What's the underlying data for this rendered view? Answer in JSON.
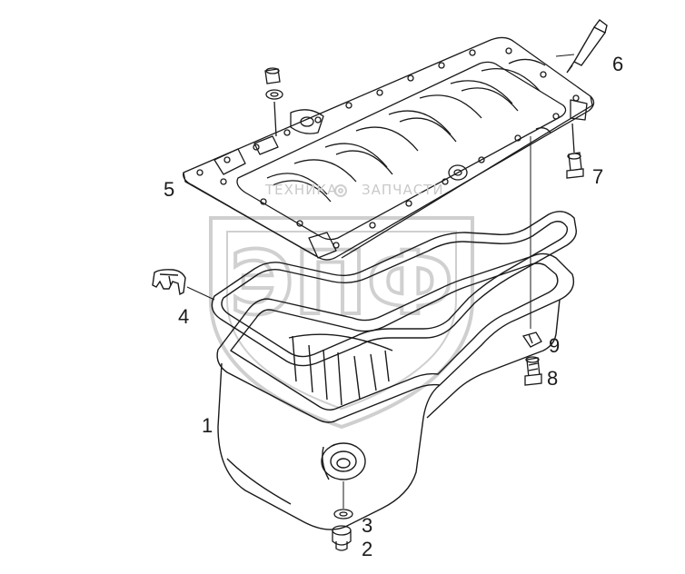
{
  "watermark": {
    "line_left": "ТЕХНИКА",
    "line_right": "ЗАПЧАСТИ",
    "monogram": "ЭПФ"
  },
  "callouts": {
    "c1": "1",
    "c2": "2",
    "c3": "3",
    "c4": "4",
    "c5": "5",
    "c6": "6",
    "c7": "7",
    "c8": "8",
    "c9": "9"
  },
  "colors": {
    "line": "#1a1a1a",
    "watermark": "#c9c9c9"
  }
}
